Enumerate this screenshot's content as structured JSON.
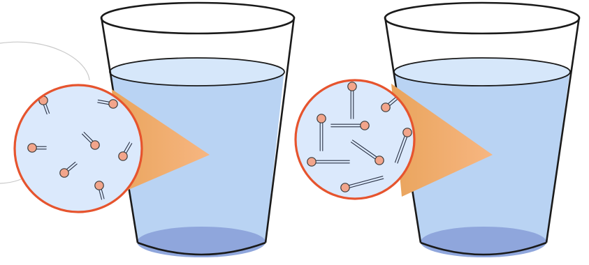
{
  "colors": {
    "background": "#ffffff",
    "glass_outline": "#1a1a1a",
    "water": "#b9d3f3",
    "water_surface": "#d6e7fa",
    "glass_bottom": "#8fa6dc",
    "callout_fill": "#dbe9fc",
    "callout_ring": "#e6542e",
    "pointer_start": "#e9a45c",
    "pointer_end": "#f6b47a",
    "molecule_head": "#f2a58b",
    "molecule_head_stroke": "#3a3a3a",
    "molecule_tail": "#2a3245"
  },
  "scenes": [
    {
      "glass_icon": "glass-of-water-icon",
      "magnifier_icon": "magnified-view-icon",
      "description_token": "dispersed-surfactant-molecules",
      "molecules": [
        {
          "head": [
            62,
            144
          ],
          "tail_angle": 70,
          "tail_length": 14
        },
        {
          "head": [
            162,
            149
          ],
          "tail_angle": 190,
          "tail_length": 16
        },
        {
          "head": [
            46,
            212
          ],
          "tail_angle": 0,
          "tail_length": 14
        },
        {
          "head": [
            136,
            208
          ],
          "tail_angle": 225,
          "tail_length": 18
        },
        {
          "head": [
            176,
            224
          ],
          "tail_angle": 300,
          "tail_length": 16
        },
        {
          "head": [
            92,
            248
          ],
          "tail_angle": 320,
          "tail_length": 16
        },
        {
          "head": [
            142,
            266
          ],
          "tail_angle": 75,
          "tail_length": 14
        }
      ]
    },
    {
      "glass_icon": "glass-of-water-icon",
      "magnifier_icon": "magnified-view-icon",
      "description_token": "aligned-surfactant-molecules",
      "molecules": [
        {
          "head": [
            504,
            124
          ],
          "tail_angle": 90,
          "tail_length": 40
        },
        {
          "head": [
            552,
            154
          ],
          "tail_angle": 320,
          "tail_length": 28
        },
        {
          "head": [
            460,
            170
          ],
          "tail_angle": 90,
          "tail_length": 40
        },
        {
          "head": [
            522,
            180
          ],
          "tail_angle": 180,
          "tail_length": 42
        },
        {
          "head": [
            583,
            190
          ],
          "tail_angle": 110,
          "tail_length": 40
        },
        {
          "head": [
            446,
            232
          ],
          "tail_angle": 0,
          "tail_length": 48
        },
        {
          "head": [
            543,
            230
          ],
          "tail_angle": 215,
          "tail_length": 42
        },
        {
          "head": [
            494,
            269
          ],
          "tail_angle": 345,
          "tail_length": 50
        }
      ]
    }
  ]
}
